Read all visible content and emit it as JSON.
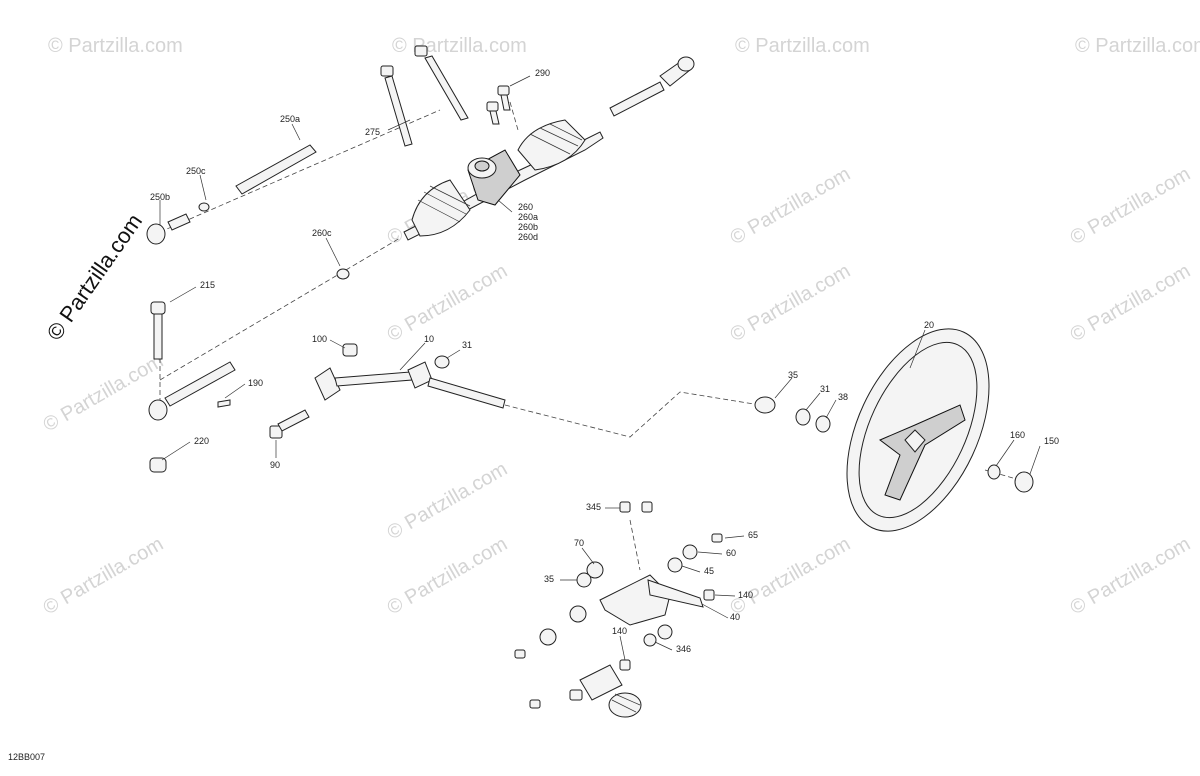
{
  "diagram_code": "12BB007",
  "watermark": "© Partzilla.com",
  "callouts": {
    "c290": "290",
    "c275": "275",
    "c250a": "250a",
    "c250c": "250c",
    "c250b": "250b",
    "c260": "260",
    "c260a": "260a",
    "c260b": "260b",
    "c260d": "260d",
    "c260c": "260c",
    "c215": "215",
    "c100": "100",
    "c10": "10",
    "c31a": "31",
    "c190": "190",
    "c220": "220",
    "c90": "90",
    "c20": "20",
    "c35a": "35",
    "c31b": "31",
    "c38": "38",
    "c160": "160",
    "c150": "150",
    "c345": "345",
    "c65": "65",
    "c70": "70",
    "c60": "60",
    "c45": "45",
    "c35b": "35",
    "c140a": "140",
    "c40": "40",
    "c140b": "140",
    "c346": "346"
  }
}
